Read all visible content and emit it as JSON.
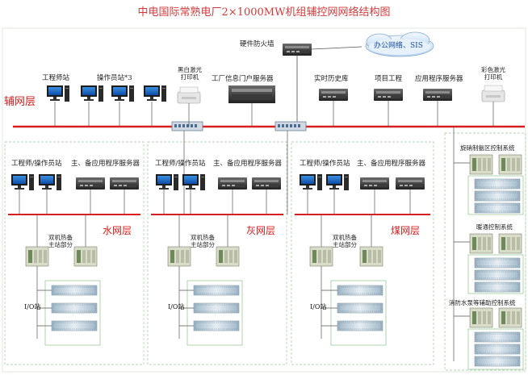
{
  "title": "中电国际常熟电厂2×1000MW机组辅控网网络结构图",
  "aux_layer": "辅网层",
  "firewall": "硬件防火墙",
  "cloud": "办公网络、SIS",
  "top_nodes": {
    "engineer_station": "工程师站",
    "operator_station": "操作员站*3",
    "bw_printer": "黑白激光打印机",
    "portal_server": "工厂信息门户服务器",
    "realtime_db": "实时历史库",
    "project": "项目工程",
    "app_server": "应用程序服务器",
    "color_printer": "彩色激光打印机"
  },
  "sections": [
    {
      "layer": "水网层",
      "eng_op": "工程师/操作员站",
      "servers": "主、备应用程序服务器",
      "dual": "双机热备主站部分",
      "io": "I/O站"
    },
    {
      "layer": "灰网层",
      "eng_op": "工程师/操作员站",
      "servers": "主、备应用程序服务器",
      "dual": "双机热备主站部分",
      "io": "I/O站"
    },
    {
      "layer": "煤网层",
      "eng_op": "工程师/操作员站",
      "servers": "主、备应用程序服务器",
      "dual": "双机热备主站部分",
      "io": "I/O站"
    }
  ],
  "right_systems": [
    "旋硝制氨区控制系统",
    "暖通控制系统",
    "消防水泵等辅助控制系统"
  ],
  "colors": {
    "title": "#d23a3a",
    "network_line": "#d81e1e",
    "layer_text": "#d21f1f",
    "dashed_box": "#9fc99f"
  }
}
